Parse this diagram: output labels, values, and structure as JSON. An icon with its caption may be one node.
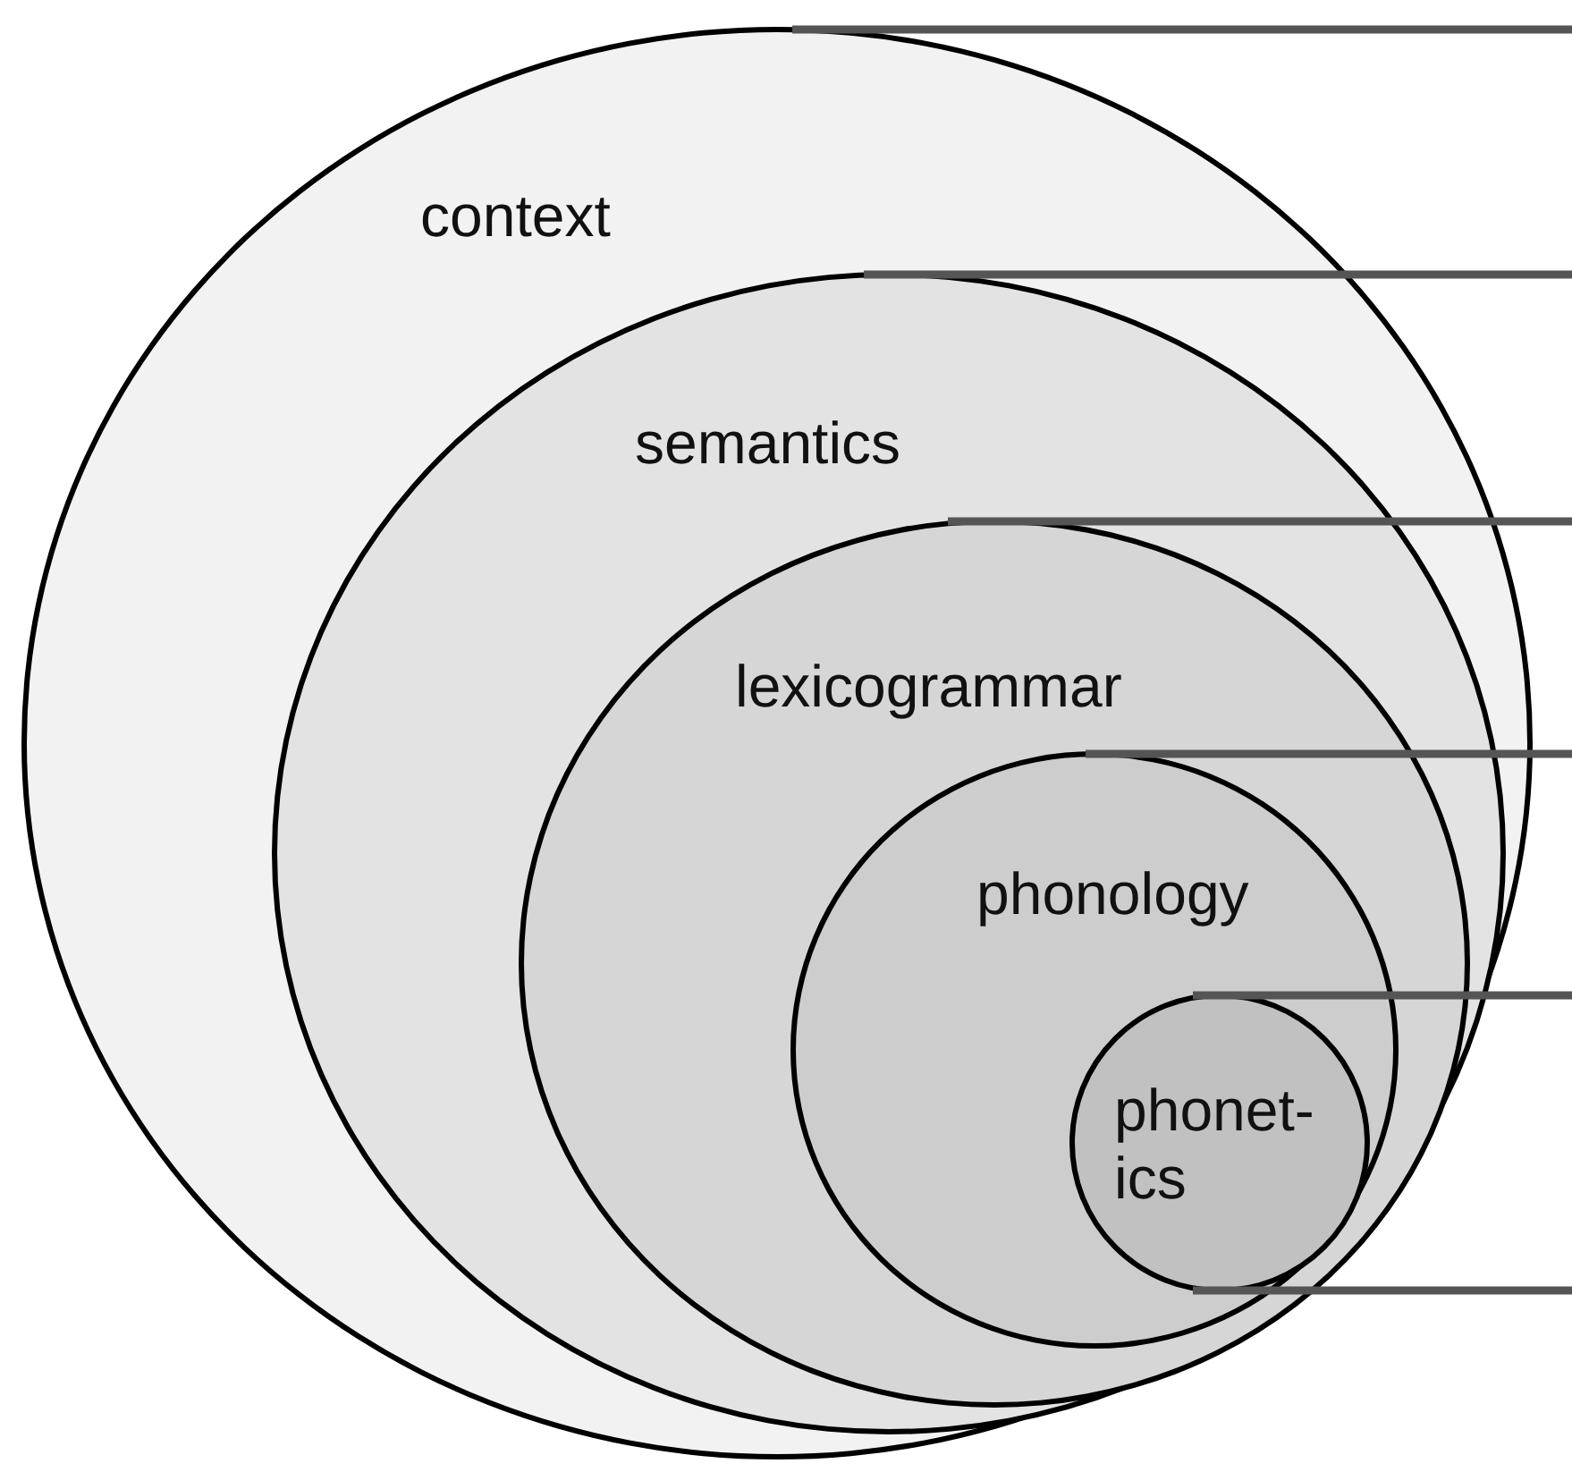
{
  "diagram": {
    "nodes": [
      {
        "text": [
          "context"
        ]
      },
      {
        "text": [
          "semantics"
        ],
        "in": 0
      },
      {
        "text": [
          "lexicogrammar"
        ],
        "in": 1
      },
      {
        "text": [
          "phonology"
        ],
        "in": 2
      },
      {
        "text": [
          "phonet- ics"
        ],
        "in": 3
      }
    ],
    "edges": [
      {
        "from": 0,
        "to": null,
        "arrow": "none"
      },
      {
        "from": 1,
        "to": null,
        "arrow": "none"
      },
      {
        "from": 2,
        "to": null,
        "arrow": "none"
      },
      {
        "from": 3,
        "to": null,
        "arrow": "none"
      },
      {
        "from": 4,
        "to": null,
        "arrow": "none"
      },
      {
        "from": 4,
        "to": null,
        "arrow": "none"
      }
    ]
  }
}
